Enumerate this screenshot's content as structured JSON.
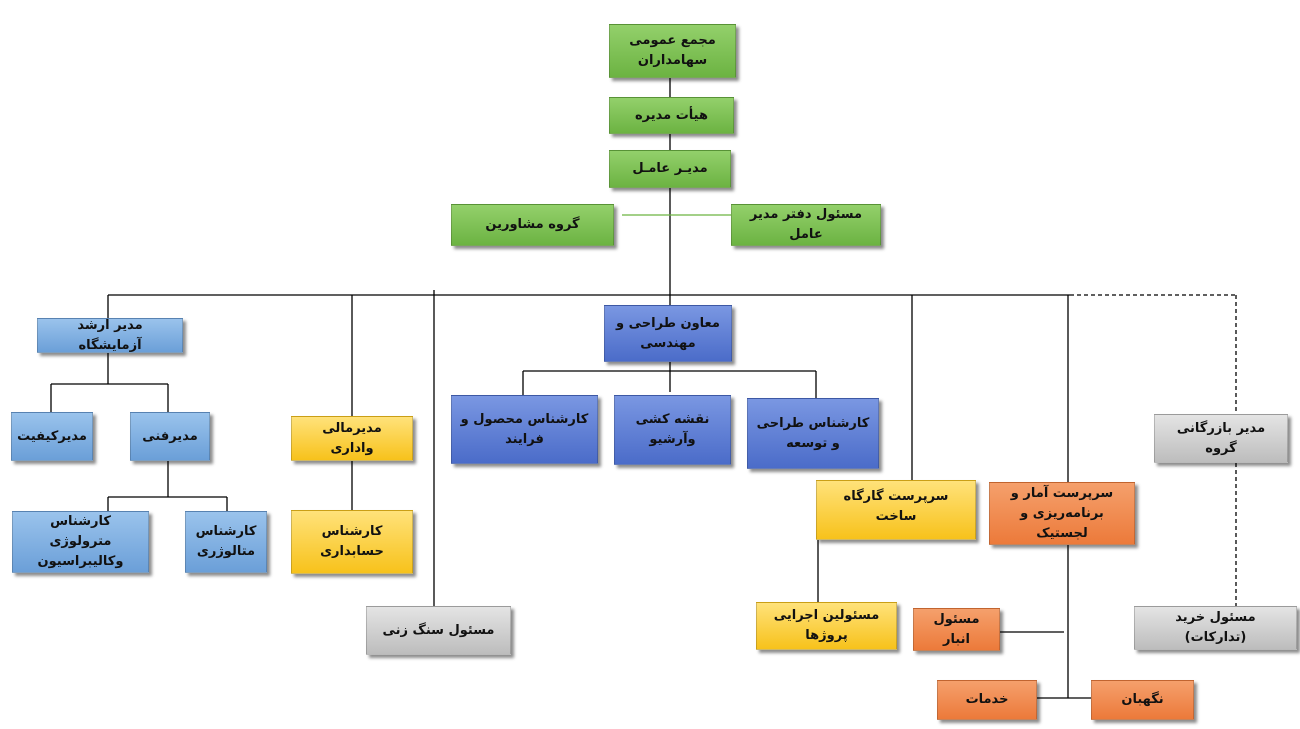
{
  "boxes": {
    "general_assembly": "مجمع عمومی سهامداران",
    "board": "هیأت مدیره",
    "ceo": "مدیـر عامـل",
    "ceo_office": "مسئول دفتر مدیر عامل",
    "advisors": "گروه مشاورین",
    "design_deputy": "معاون طراحی و مهندسی",
    "design_dev_expert": "کارشناس طراحی و توسعه",
    "drafting_archive": "نقشه کشی وآرشیو",
    "product_process_expert": "کارشناس محصول و فرایند",
    "lab_manager": "مدیر ارشد آزمایشگاه",
    "technical_manager": "مدیرفنی",
    "quality_manager": "مدیرکیفیت",
    "metallurgy_expert": "کارشناس متالوژری",
    "metrology_expert": "کارشناس مترولوژی وکالیبراسیون",
    "finance_manager": "مدیرمالی واداری",
    "accounting_expert": "کارشناس حسابداری",
    "stone_cutting": "مسئول سنگ زنی",
    "workshop_supervisor": "سرپرست گارگاه ساخت",
    "project_executives": "مسئولین اجرایی پروژها",
    "planning_logistics": "سرپرست آمار و برنامه‌ریزی و لجستیک",
    "warehouse": "مسئول انبار",
    "guard": "نگهبان",
    "services": "خدمات",
    "marketing_manager": "مدیر بازرگانی گروه",
    "purchasing": "مسئول خرید (تدارکات)"
  },
  "colors": {
    "green": "#6cb342",
    "blue": "#6b9fd8",
    "dark_blue": "#4b6cc9",
    "yellow": "#f7c21b",
    "orange": "#ec7a3a",
    "gray": "#bdbdbd"
  }
}
